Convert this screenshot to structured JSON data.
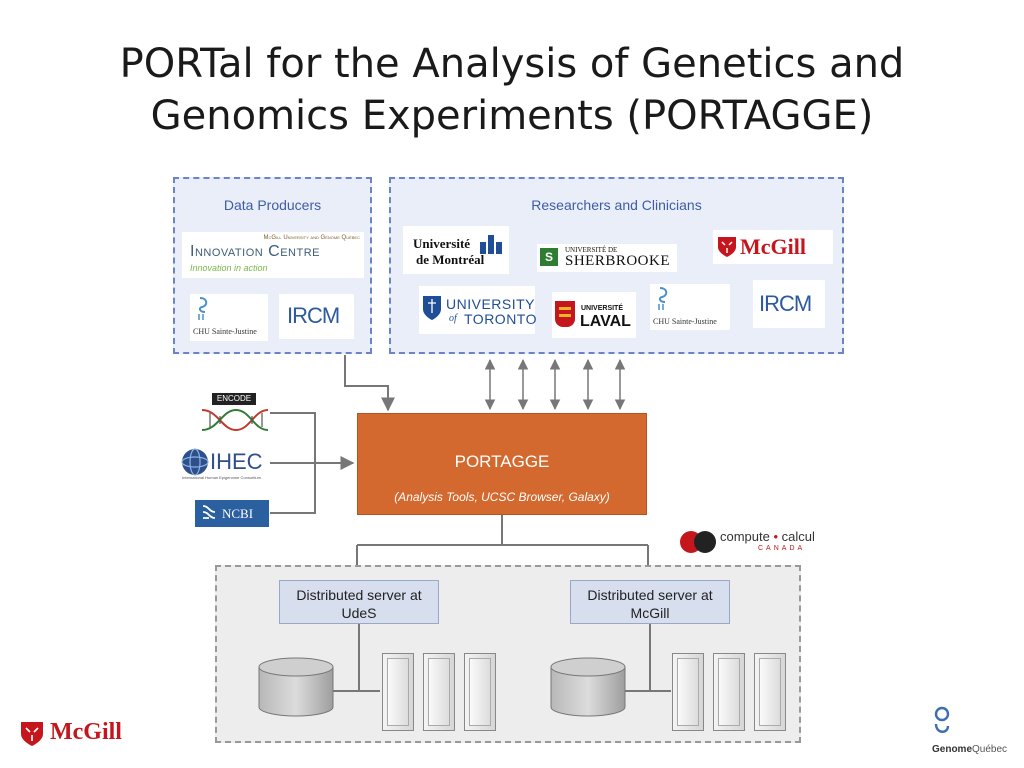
{
  "title": "PORTal for the Analysis of Genetics and Genomics Experiments (PORTAGGE)",
  "producers": {
    "title": "Data Producers",
    "innovation_top": "McGill University and Génome Québec",
    "innovation_main": "Innovation Centre",
    "innovation_tag": "Innovation in action",
    "chu": "CHU Sainte-Justine",
    "ircm": "IRCM"
  },
  "researchers": {
    "title": "Researchers and Clinicians",
    "udem1": "Université",
    "udem2": "de Montréal",
    "sherb_small": "UNIVERSITÉ DE",
    "sherb_big": "SHERBROOKE",
    "mcgill": "McGill",
    "uoft1": "UNIVERSITY",
    "uoft_of": "of",
    "uoft2": "TORONTO",
    "laval_small": "UNIVERSITÉ",
    "laval_big": "LAVAL",
    "chu": "CHU Sainte-Justine",
    "ircm": "IRCM"
  },
  "sources": {
    "encode": "ENCODE",
    "ihec": "IHEC",
    "ihec_sub": "International Human Epigenome Consortium",
    "ncbi": "NCBI"
  },
  "portagge": {
    "name": "PORTAGGE",
    "subtitle": "(Analysis Tools, UCSC Browser, Galaxy)"
  },
  "compute": {
    "line1_a": "compute",
    "line1_b": "calcul",
    "line2": "CANADA"
  },
  "servers": {
    "udes": "Distributed server at UdeS",
    "mcgill": "Distributed server at McGill"
  },
  "footer": {
    "mcgill": "McGill",
    "genome_a": "Genome",
    "genome_b": "Québec"
  },
  "colors": {
    "panel_border": "#6b83c8",
    "panel_fill": "#e9eef8",
    "portagge": "#d4692f",
    "mcgill_red": "#c4161c"
  }
}
